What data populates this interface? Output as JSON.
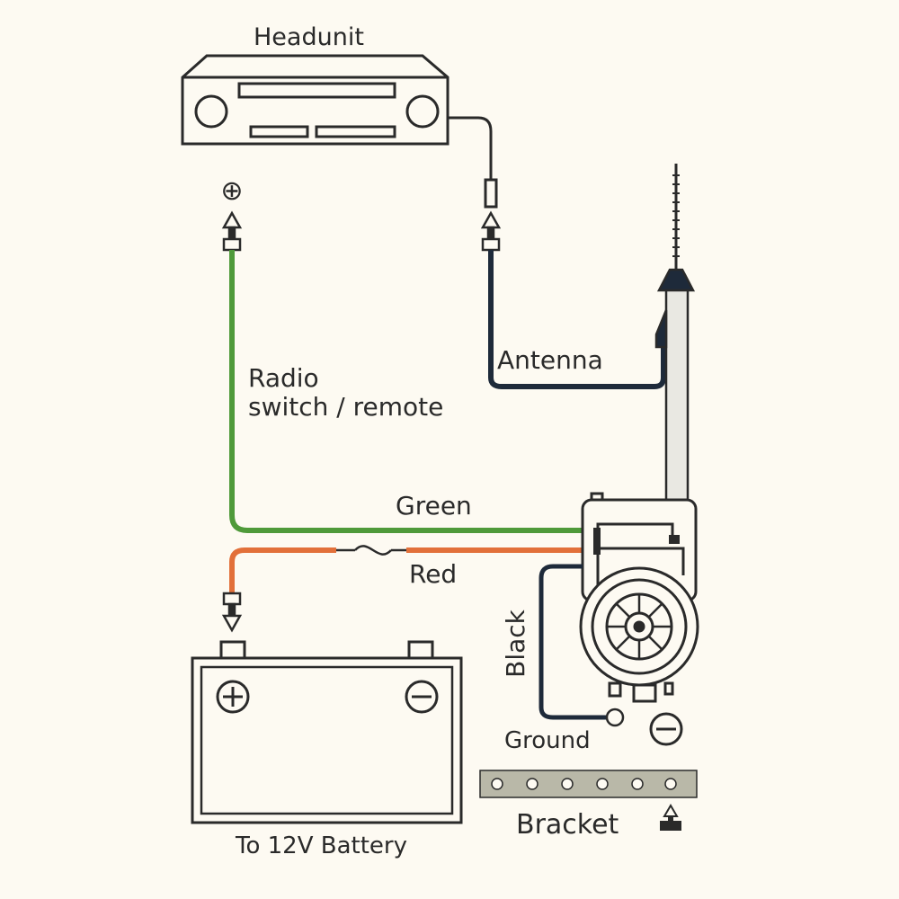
{
  "labels": {
    "headunit": "Headunit",
    "antenna": "Antenna",
    "radio_switch_line1": "Radio",
    "radio_switch_line2": "switch / remote",
    "green": "Green",
    "red": "Red",
    "black": "Black",
    "ground": "Ground",
    "bracket": "Bracket",
    "battery": "To 12V Battery"
  },
  "symbols": {
    "plus": "⊕",
    "minus": "⊖"
  },
  "colors": {
    "background": "#fdfaf2",
    "outline": "#2a2a2a",
    "green_wire": "#4f9a3a",
    "red_wire": "#e2703a",
    "black_wire": "#1e2a3a",
    "bracket_fill": "#b9b8a8"
  }
}
